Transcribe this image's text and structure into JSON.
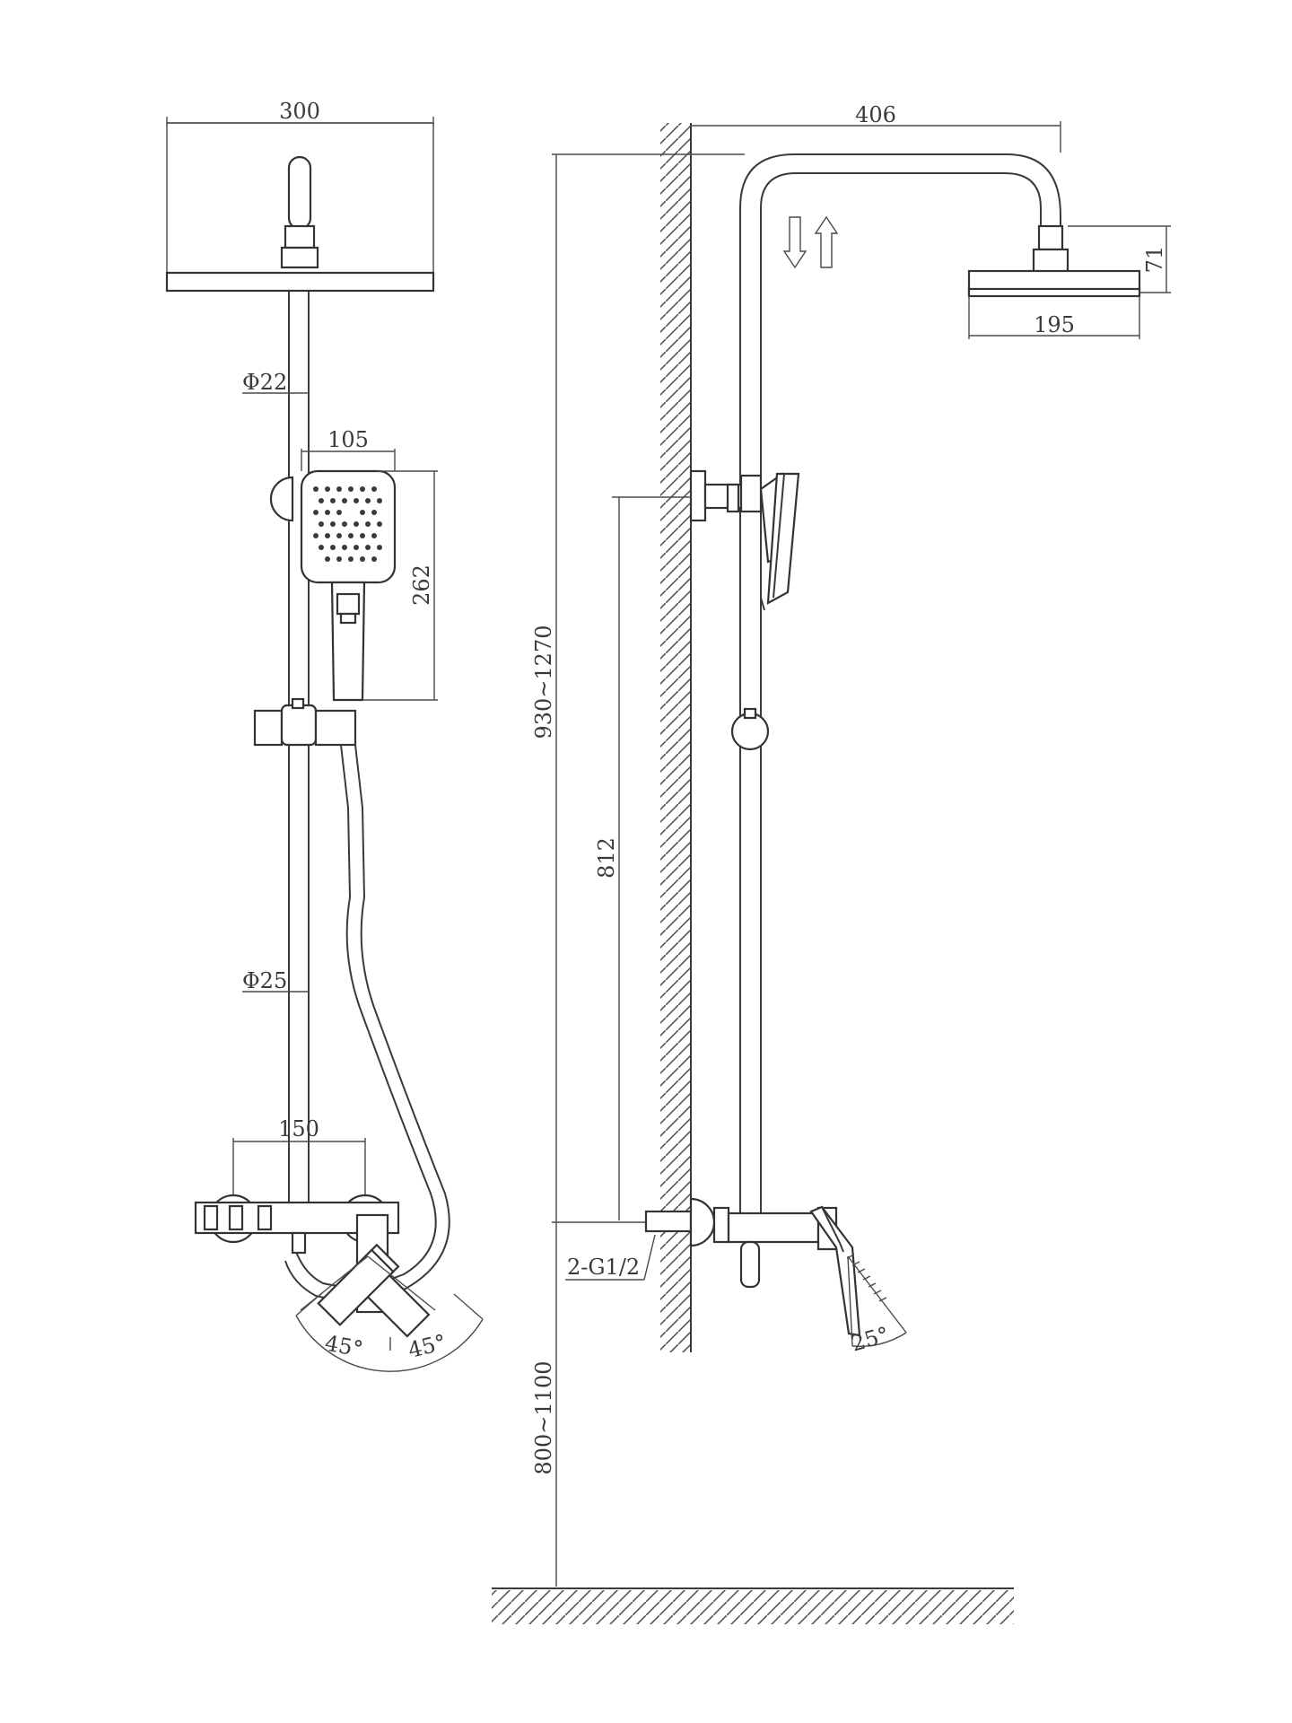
{
  "front_view": {
    "overhead_width": "300",
    "pipe_diameter_upper": "Φ22",
    "handshower_width": "105",
    "handshower_length": "262",
    "pipe_diameter_lower": "Φ25",
    "mixer_inlet_spacing": "150",
    "lever_angle_left": "45°",
    "lever_angle_right": "45°"
  },
  "side_view": {
    "arm_projection": "406",
    "head_height": "71",
    "head_diameter": "195",
    "total_height_range": "930~1270",
    "slide_to_inlet": "812",
    "inlet_thread": "2-G1/2",
    "inlet_height_range": "800~1100",
    "lever_angle": "25°"
  }
}
